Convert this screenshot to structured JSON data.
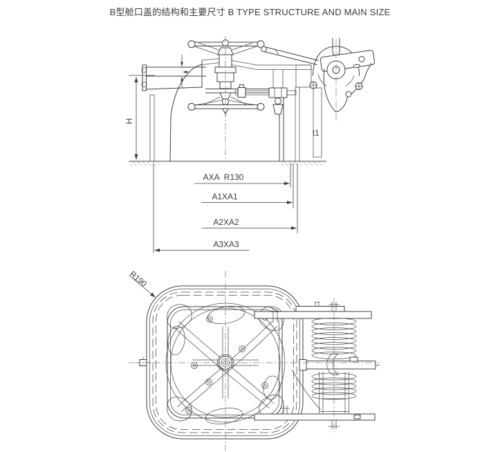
{
  "title": "B型舱口盖的结构和主要尺寸 B TYPE STRUCTURE AND MAIN SIZE",
  "colors": {
    "background": "#ffffff",
    "line": "#3f3f3f",
    "text": "#3a3a3a"
  },
  "side_view": {
    "height_label": "H",
    "plate_thickness_label": "t1",
    "dimension_labels": [
      "AXA  R130",
      "A1XA1",
      "A2XA2",
      "A3XA3"
    ]
  },
  "plan_view": {
    "corner_radius_label": "R190"
  }
}
